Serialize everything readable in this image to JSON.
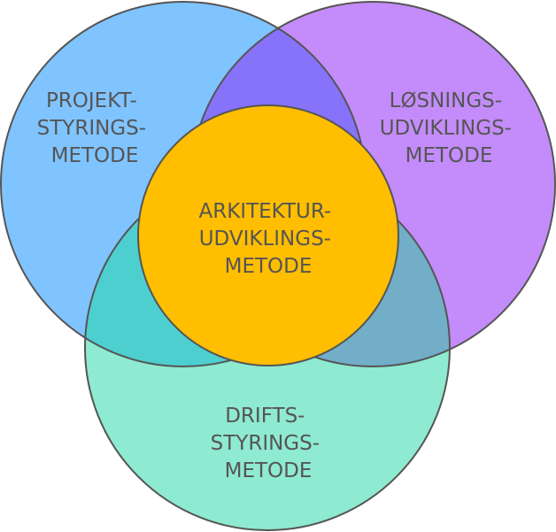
{
  "diagram": {
    "circles": {
      "project": {
        "lines": [
          "PROJEKT-",
          "STYRINGS-",
          "METODE"
        ],
        "color": "#80C4FF"
      },
      "solution": {
        "lines": [
          "LØSNINGS-",
          "UDVIKLINGS-",
          "METODE"
        ],
        "color": "#C48CFA"
      },
      "operations": {
        "lines": [
          "DRIFTS-",
          "STYRINGS-",
          "METODE"
        ],
        "color": "#8EEAD0"
      },
      "architecture": {
        "lines": [
          "ARKITEKTUR-",
          "UDVIKLINGS-",
          "METODE"
        ],
        "color": "#FFBE00"
      }
    },
    "overlaps": {
      "project_solution": "#8772FA",
      "project_operations": "#4DCFD0",
      "solution_operations": "#72AEC8"
    },
    "outline_color": "#555555",
    "label_color": "#555555"
  }
}
